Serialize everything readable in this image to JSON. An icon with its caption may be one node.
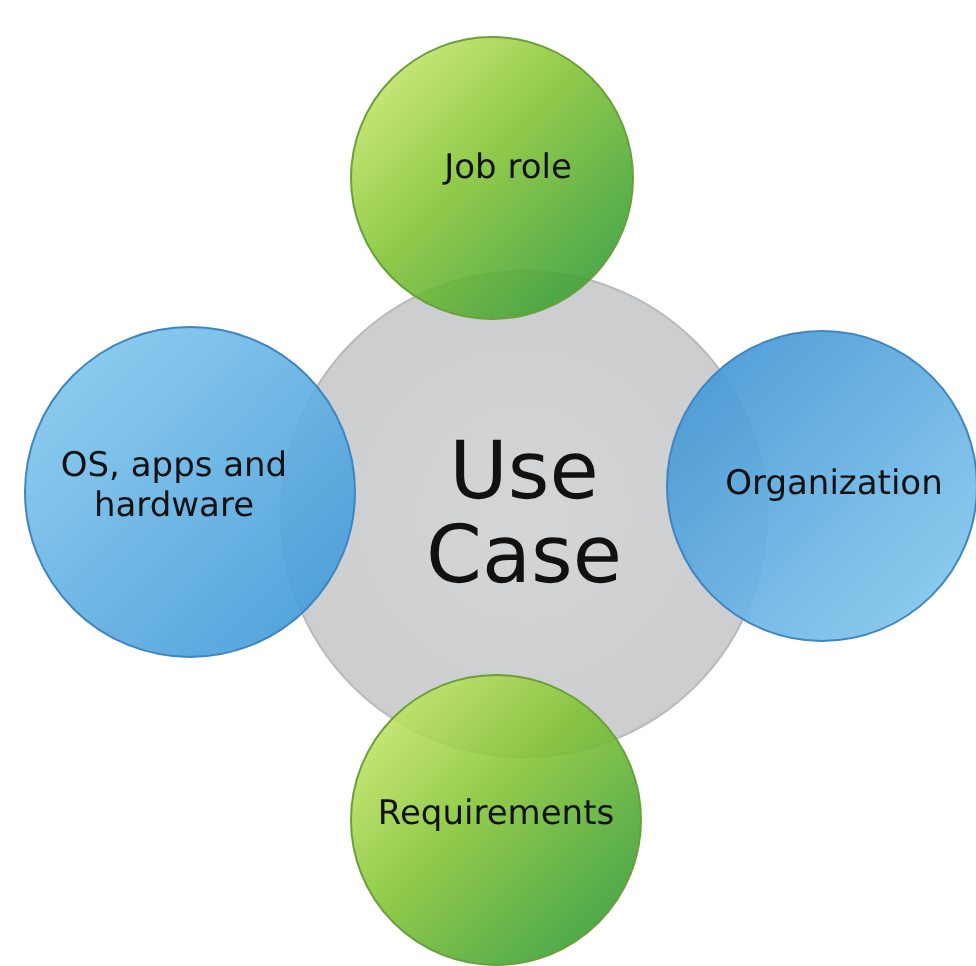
{
  "diagram": {
    "nodes": [
      {
        "text": [
          "Use Case"
        ]
      },
      {
        "text": [
          "Job role"
        ]
      },
      {
        "text": [
          "OS, apps and hardware"
        ]
      },
      {
        "text": [
          "Organization"
        ]
      },
      {
        "text": [
          "Requirements"
        ]
      }
    ]
  }
}
